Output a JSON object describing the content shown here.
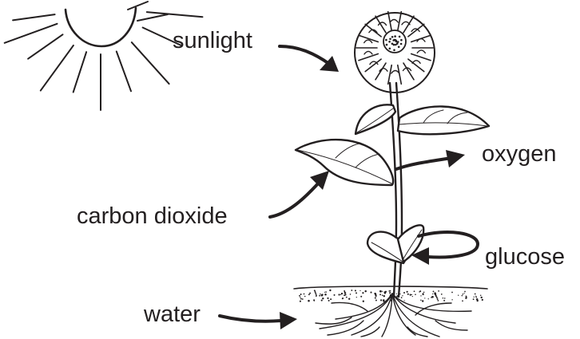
{
  "labels": {
    "sunlight": "sunlight",
    "oxygen": "oxygen",
    "carbon_dioxide": "carbon dioxide",
    "glucose": "glucose",
    "water": "water"
  },
  "colors": {
    "ink": "#231f20",
    "background": "#ffffff"
  },
  "icons": [
    "sun-icon",
    "flower-icon",
    "leaf-icon",
    "roots-icon",
    "arrow-icon"
  ]
}
